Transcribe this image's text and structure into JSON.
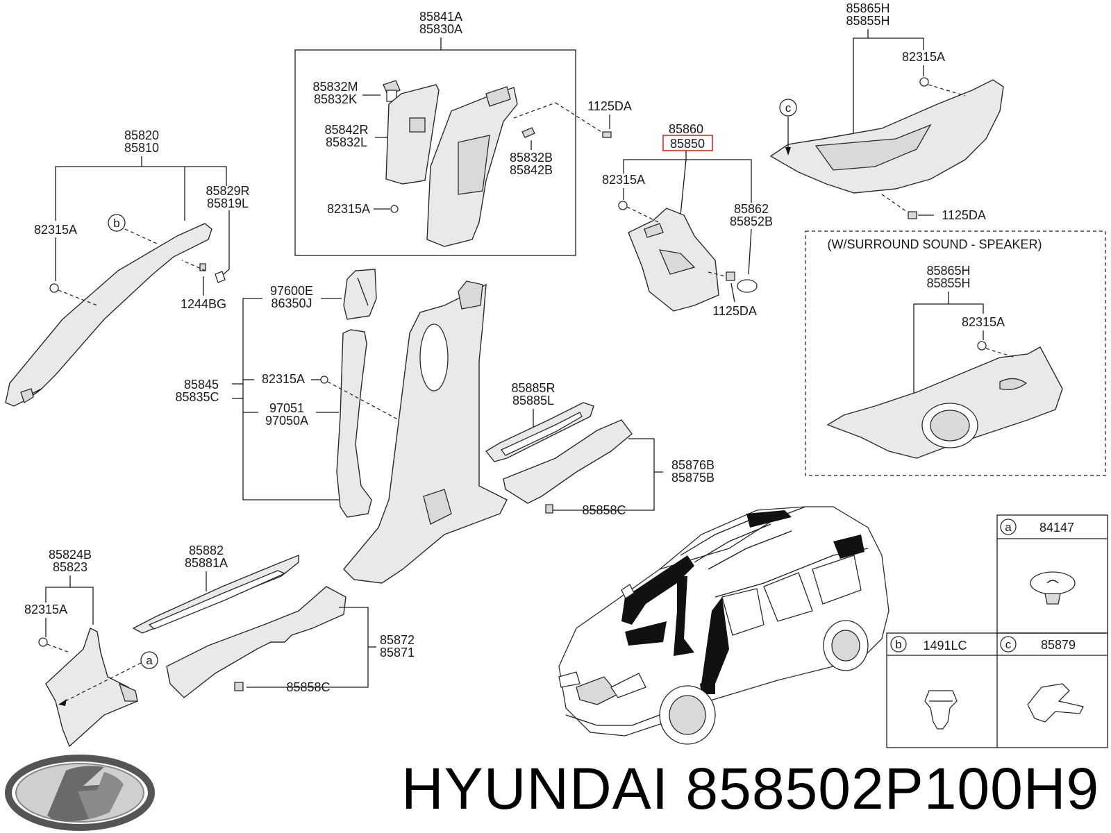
{
  "labels": {
    "a_pillar": [
      "85820",
      "85810"
    ],
    "a_pillar_clip": "82315A",
    "a_pillar_trim": [
      "85829R",
      "85819L"
    ],
    "a_pillar_bolt": "1244BG",
    "b_pillar_upper": [
      "85841A",
      "85830A"
    ],
    "b_pillar_cover": [
      "85832M",
      "85832K"
    ],
    "b_pillar_lower_trim": [
      "85842R",
      "85832L"
    ],
    "b_pillar_cap": [
      "85832B",
      "85842B"
    ],
    "b_pillar_clip": "82315A",
    "b_pillar_screw": "1125DA",
    "c_pillar": "85860",
    "c_pillar_highlighted": "85850",
    "c_pillar_clip": "82315A",
    "c_pillar_cap": [
      "85862",
      "85852B"
    ],
    "c_pillar_screw": "1125DA",
    "d_pillar": [
      "85865H",
      "85855H"
    ],
    "d_pillar_clip": "82315A",
    "d_pillar_screw": "1125DA",
    "surround_title": "(W/SURROUND SOUND - SPEAKER)",
    "surround_part": [
      "85865H",
      "85855H"
    ],
    "surround_clip": "82315A",
    "seatbelt_guide": [
      "97600E",
      "86350J"
    ],
    "b_pillar_lower": [
      "85845",
      "85835C"
    ],
    "b_pillar_lower_clip": "82315A",
    "b_pillar_lower_cover": [
      "97051",
      "97050A"
    ],
    "rear_scuff": [
      "85885R",
      "85885L"
    ],
    "rear_step": [
      "85876B",
      "85875B"
    ],
    "rear_step_clip": "85858C",
    "cowl_trim": [
      "85824B",
      "85823"
    ],
    "cowl_clip": "82315A",
    "front_scuff": [
      "85882",
      "85881A"
    ],
    "front_step": [
      "85872",
      "85871"
    ],
    "front_step_clip": "85858C",
    "callout_a": "a",
    "callout_b": "b",
    "callout_c": "c"
  },
  "legend": {
    "a": {
      "letter": "a",
      "part": "84147"
    },
    "b": {
      "letter": "b",
      "part": "1491LC"
    },
    "c": {
      "letter": "c",
      "part": "85879"
    }
  },
  "footer": {
    "brand": "HYUNDAI",
    "part_number": "858502P100H9"
  },
  "colors": {
    "highlight": "#d9262a",
    "ink": "#1a1a1a"
  }
}
